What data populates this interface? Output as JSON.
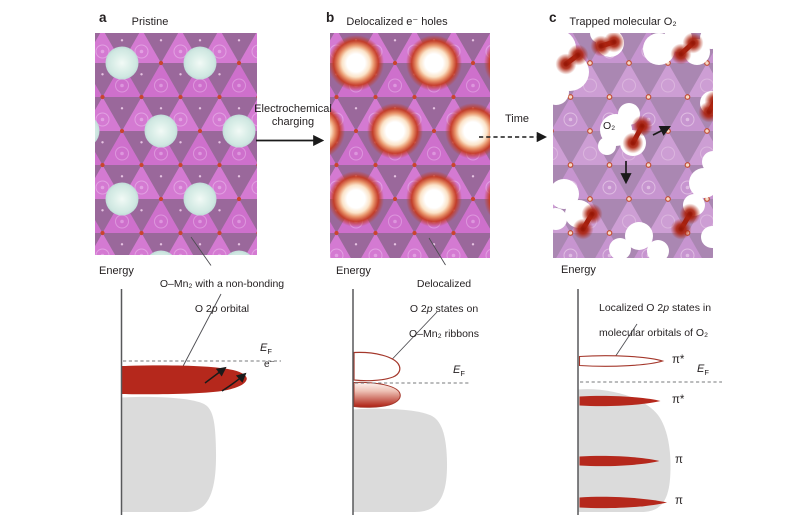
{
  "panel_a": {
    "letter": "a",
    "title": "Pristine",
    "energy_label": "Energy",
    "fermi_symbol": "E",
    "fermi_subscript": "F",
    "electron_label": "e⁻",
    "annotation": {
      "line1": "O–Mn₂ with a non-bonding",
      "line2_pre": "O 2",
      "line2_italic": "p",
      "line2_post": " orbital"
    }
  },
  "panel_b": {
    "letter": "b",
    "title": "Delocalized e⁻ holes",
    "energy_label": "Energy",
    "fermi_symbol": "E",
    "fermi_subscript": "F",
    "annotation": {
      "line1": "Delocalized",
      "line2_pre": "O 2",
      "line2_italic": "p",
      "line2_post": " states on",
      "line3": "O–Mn₂ ribbons"
    }
  },
  "panel_c": {
    "letter": "c",
    "title": "Trapped molecular O₂",
    "energy_label": "Energy",
    "fermi_symbol": "E",
    "fermi_subscript": "F",
    "o2_molecule_label": "O₂",
    "orbital_labels": {
      "pi_star_empty": "π*",
      "pi_star_filled": "π*",
      "pi_1": "π",
      "pi_2": "π"
    },
    "annotation": {
      "line1_pre": "Localized O 2",
      "line1_italic": "p",
      "line1_post": " states in",
      "line2": "molecular orbitals of O₂"
    }
  },
  "transitions": {
    "a_to_b": "Electrochemical charging",
    "b_to_c": "Time"
  },
  "colors": {
    "magenta_triangle": "#d47ad2",
    "purple_triangle": "#9a689b",
    "faded_lilac_triangle": "#c795d0",
    "cyan_orbital": "#daeee8",
    "hole_glow_red": "#c53a20",
    "o2_molecule_red": "#9e1c0c",
    "dos_red": "#b5281c",
    "dos_gray": "#dbdbdb",
    "lattice_dot_red": "#c9452f"
  },
  "dos_sketches": [
    {
      "panel": "a",
      "peaks": [
        "filled O 2p non-bonding peak just below E_F (red)",
        "broad filled band below (gray)"
      ]
    },
    {
      "panel": "b",
      "peaks": [
        "empty hole lobe above E_F (outlined)",
        "partially filled lobe below E_F (red gradient)",
        "broad filled band below (gray)"
      ]
    },
    {
      "panel": "c",
      "peaks": [
        "empty π* level above E_F (outlined)",
        "filled π* level below E_F (red)",
        "filled π level (red)",
        "filled π level (red)",
        "broad filled band (gray)"
      ]
    }
  ]
}
